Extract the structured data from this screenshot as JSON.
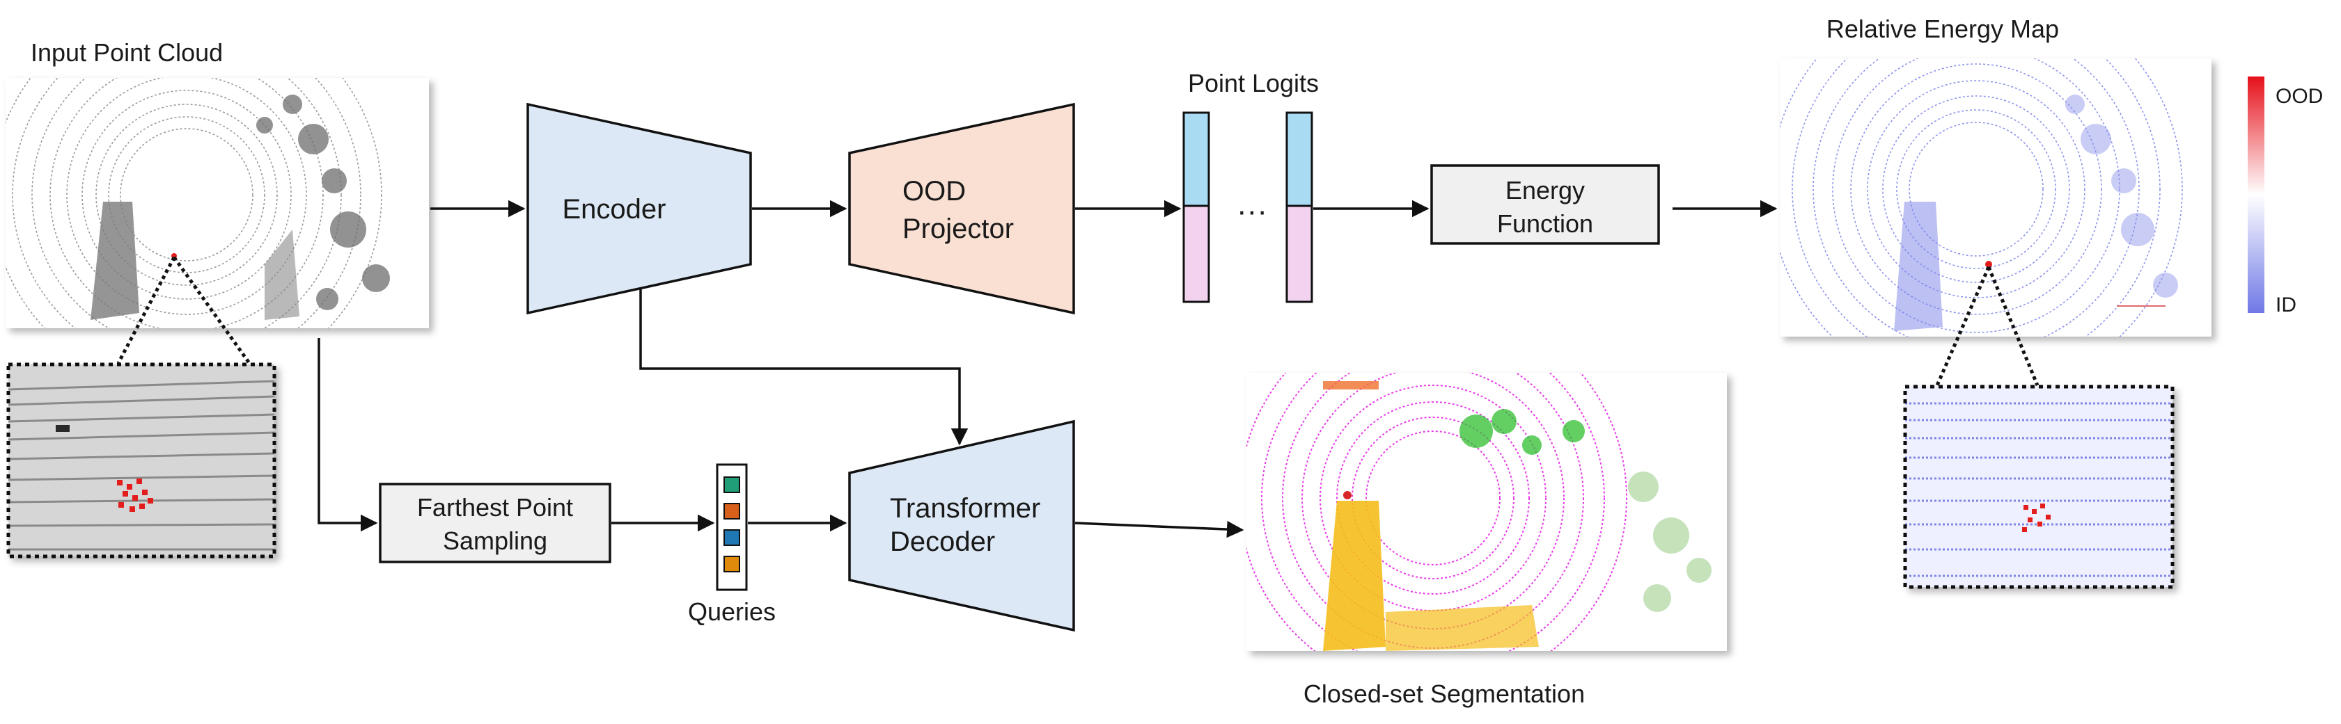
{
  "labels": {
    "input_point_cloud": "Input Point Cloud",
    "encoder": "Encoder",
    "ood_projector_line1": "OOD",
    "ood_projector_line2": "Projector",
    "point_logits": "Point Logits",
    "ellipsis": "···",
    "energy_function_line1": "Energy",
    "energy_function_line2": "Function",
    "relative_energy_map": "Relative Energy Map",
    "colorbar_top": "OOD",
    "colorbar_bottom": "ID",
    "fps_line1": "Farthest Point",
    "fps_line2": "Sampling",
    "queries": "Queries",
    "decoder_line1": "Transformer",
    "decoder_line2": "Decoder",
    "closed_set_segmentation": "Closed-set Segmentation"
  },
  "colors": {
    "encoder_fill": "#dce8f5",
    "projector_fill": "#fae0d3",
    "logit_top": "#a9dcf2",
    "logit_bottom": "#f3d2ef",
    "box_fill": "#f0f0f0",
    "query_colors": [
      "#1f9e78",
      "#d9601a",
      "#1f77b4",
      "#e08a0b"
    ]
  }
}
